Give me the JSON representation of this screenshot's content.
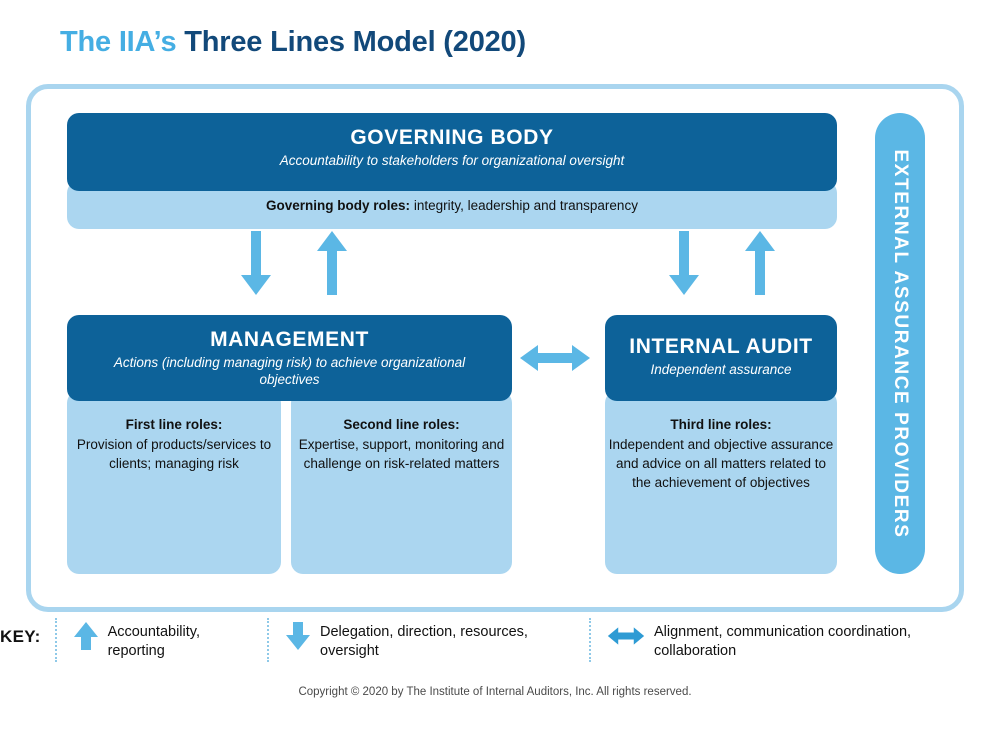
{
  "title": {
    "light_part": "The IIA’s",
    "dark_part": "Three Lines Model (2020)"
  },
  "colors": {
    "dark_blue": "#0D6299",
    "mid_blue": "#5BB7E5",
    "light_blue_panel": "#ABD6F0",
    "frame_border": "#A9D5EF",
    "title_light": "#45AEE3",
    "title_dark": "#12497A",
    "arrow_blue": "#5BB7E5",
    "arrow_blue_dark": "#2E9BD4"
  },
  "governing": {
    "title": "GOVERNING BODY",
    "subtitle": "Accountability to stakeholders for organizational oversight",
    "roles_label": "Governing body roles:",
    "roles_text": " integrity, leadership and transparency"
  },
  "management": {
    "title": "MANAGEMENT",
    "subtitle": "Actions (including managing risk) to achieve organizational objectives"
  },
  "internal_audit": {
    "title": "INTERNAL AUDIT",
    "subtitle": "Independent assurance"
  },
  "lines": [
    {
      "label": "First line roles:",
      "text": "Provision of products/services to clients; managing risk"
    },
    {
      "label": "Second line roles:",
      "text": "Expertise, support, monitoring and challenge on risk-related matters"
    },
    {
      "label": "Third line roles:",
      "text": "Independent and objective assurance and advice on all matters related to the achievement of objectives"
    }
  ],
  "external_assurance": {
    "label": "EXTERNAL ASSURANCE PROVIDERS"
  },
  "key": {
    "label": "KEY:",
    "items": [
      {
        "icon": "arrow-up-icon",
        "text": "Accountability, reporting"
      },
      {
        "icon": "arrow-down-icon",
        "text": "Delegation, direction, resources, oversight"
      },
      {
        "icon": "arrow-left-right-icon",
        "text": "Alignment, communication coordination, collaboration"
      }
    ]
  },
  "copyright": "Copyright © 2020 by The Institute of Internal Auditors, Inc. All rights reserved."
}
